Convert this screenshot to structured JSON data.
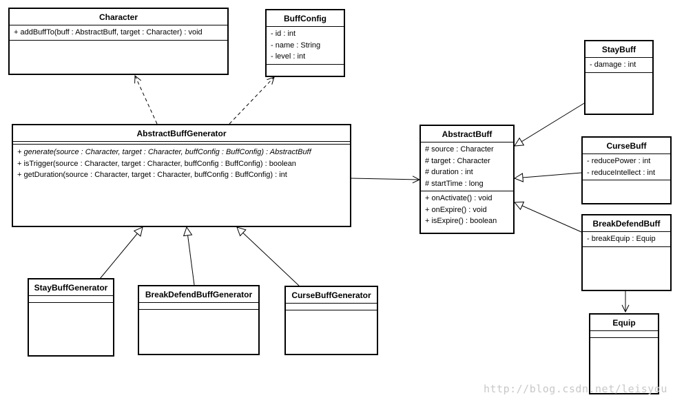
{
  "classes": {
    "character": {
      "name": "Character",
      "attributes": [],
      "operations": [
        "+ addBuffTo(buff : AbstractBuff, target : Character) : void"
      ]
    },
    "buff_config": {
      "name": "BuffConfig",
      "attributes": [
        "- id : int",
        "- name : String",
        "- level : int"
      ],
      "operations": []
    },
    "abstract_buff_generator": {
      "name": "AbstractBuffGenerator",
      "attributes": [],
      "operations": [
        "+ generate(source : Character, target : Character, buffConfig : BuffConfig) : AbstractBuff",
        "+ isTrigger(source : Character, target : Character, buffConfig : BuffConfig) : boolean",
        "+ getDuration(source : Character, target : Character, buffConfig : BuffConfig) : int"
      ]
    },
    "abstract_buff": {
      "name": "AbstractBuff",
      "attributes": [
        "# source : Character",
        "# target : Character",
        "# duration : int",
        "# startTime : long"
      ],
      "operations": [
        "+ onActivate() : void",
        "+ onExpire() : void",
        "+ isExpire() : boolean"
      ]
    },
    "stay_buff": {
      "name": "StayBuff",
      "attributes": [
        "- damage : int"
      ],
      "operations": []
    },
    "curse_buff": {
      "name": "CurseBuff",
      "attributes": [
        "- reducePower : int",
        "- reduceIntellect : int"
      ],
      "operations": []
    },
    "break_defend_buff": {
      "name": "BreakDefendBuff",
      "attributes": [
        "- breakEquip : Equip"
      ],
      "operations": []
    },
    "equip": {
      "name": "Equip",
      "attributes": [],
      "operations": []
    },
    "stay_buff_generator": {
      "name": "StayBuffGenerator",
      "attributes": [],
      "operations": []
    },
    "break_defend_buff_generator": {
      "name": "BreakDefendBuffGenerator",
      "attributes": [],
      "operations": []
    },
    "curse_buff_generator": {
      "name": "CurseBuffGenerator",
      "attributes": [],
      "operations": []
    }
  },
  "relationships": [
    {
      "type": "dependency",
      "from": "abstract_buff_generator",
      "to": "character"
    },
    {
      "type": "dependency",
      "from": "abstract_buff_generator",
      "to": "buff_config"
    },
    {
      "type": "association",
      "from": "abstract_buff_generator",
      "to": "abstract_buff"
    },
    {
      "type": "generalization",
      "from": "stay_buff_generator",
      "to": "abstract_buff_generator"
    },
    {
      "type": "generalization",
      "from": "break_defend_buff_generator",
      "to": "abstract_buff_generator"
    },
    {
      "type": "generalization",
      "from": "curse_buff_generator",
      "to": "abstract_buff_generator"
    },
    {
      "type": "generalization",
      "from": "stay_buff",
      "to": "abstract_buff"
    },
    {
      "type": "generalization",
      "from": "curse_buff",
      "to": "abstract_buff"
    },
    {
      "type": "generalization",
      "from": "break_defend_buff",
      "to": "abstract_buff"
    },
    {
      "type": "association",
      "from": "break_defend_buff",
      "to": "equip"
    }
  ],
  "watermark": "http://blog.csdn.net/leisyou"
}
